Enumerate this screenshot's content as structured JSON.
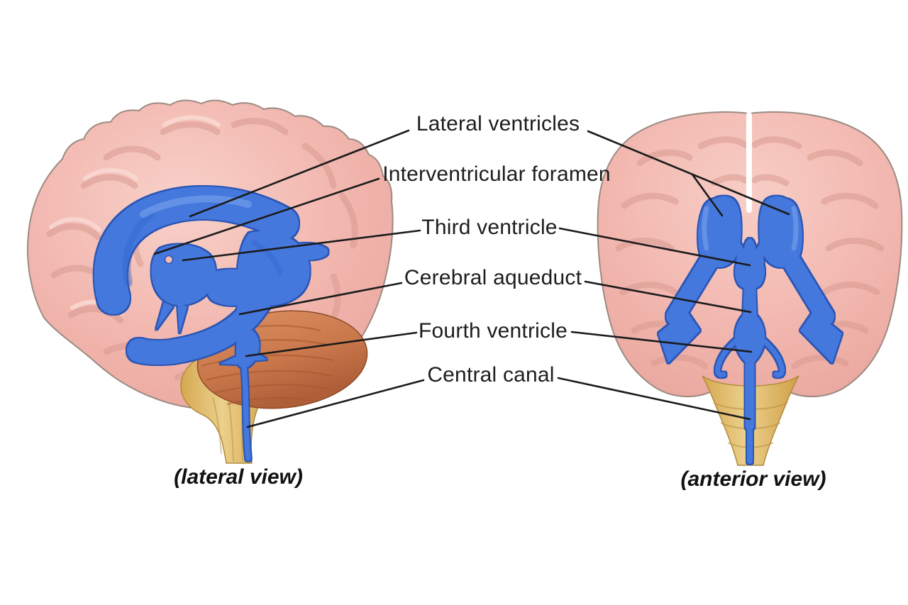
{
  "labels": [
    {
      "text": "Lateral ventricles"
    },
    {
      "text": "Interventricular foramen"
    },
    {
      "text": "Third ventricle"
    },
    {
      "text": "Cerebral aqueduct"
    },
    {
      "text": "Fourth ventricle"
    },
    {
      "text": "Central canal"
    }
  ],
  "captions": {
    "lateral": "(lateral view)",
    "anterior": "(anterior view)"
  },
  "colors": {
    "ventricle_blue": "#4478DD",
    "ventricle_outline": "#2A55B4",
    "brain_pink": "#F1B3AB",
    "brain_pink_light": "#F8D0C8",
    "brain_outline": "#9C8B82",
    "cerebellum_orange": "#C97A4E",
    "brainstem_tan": "#DDB264",
    "leader_line": "#1B1B1B",
    "background": "#FFFFFF"
  }
}
